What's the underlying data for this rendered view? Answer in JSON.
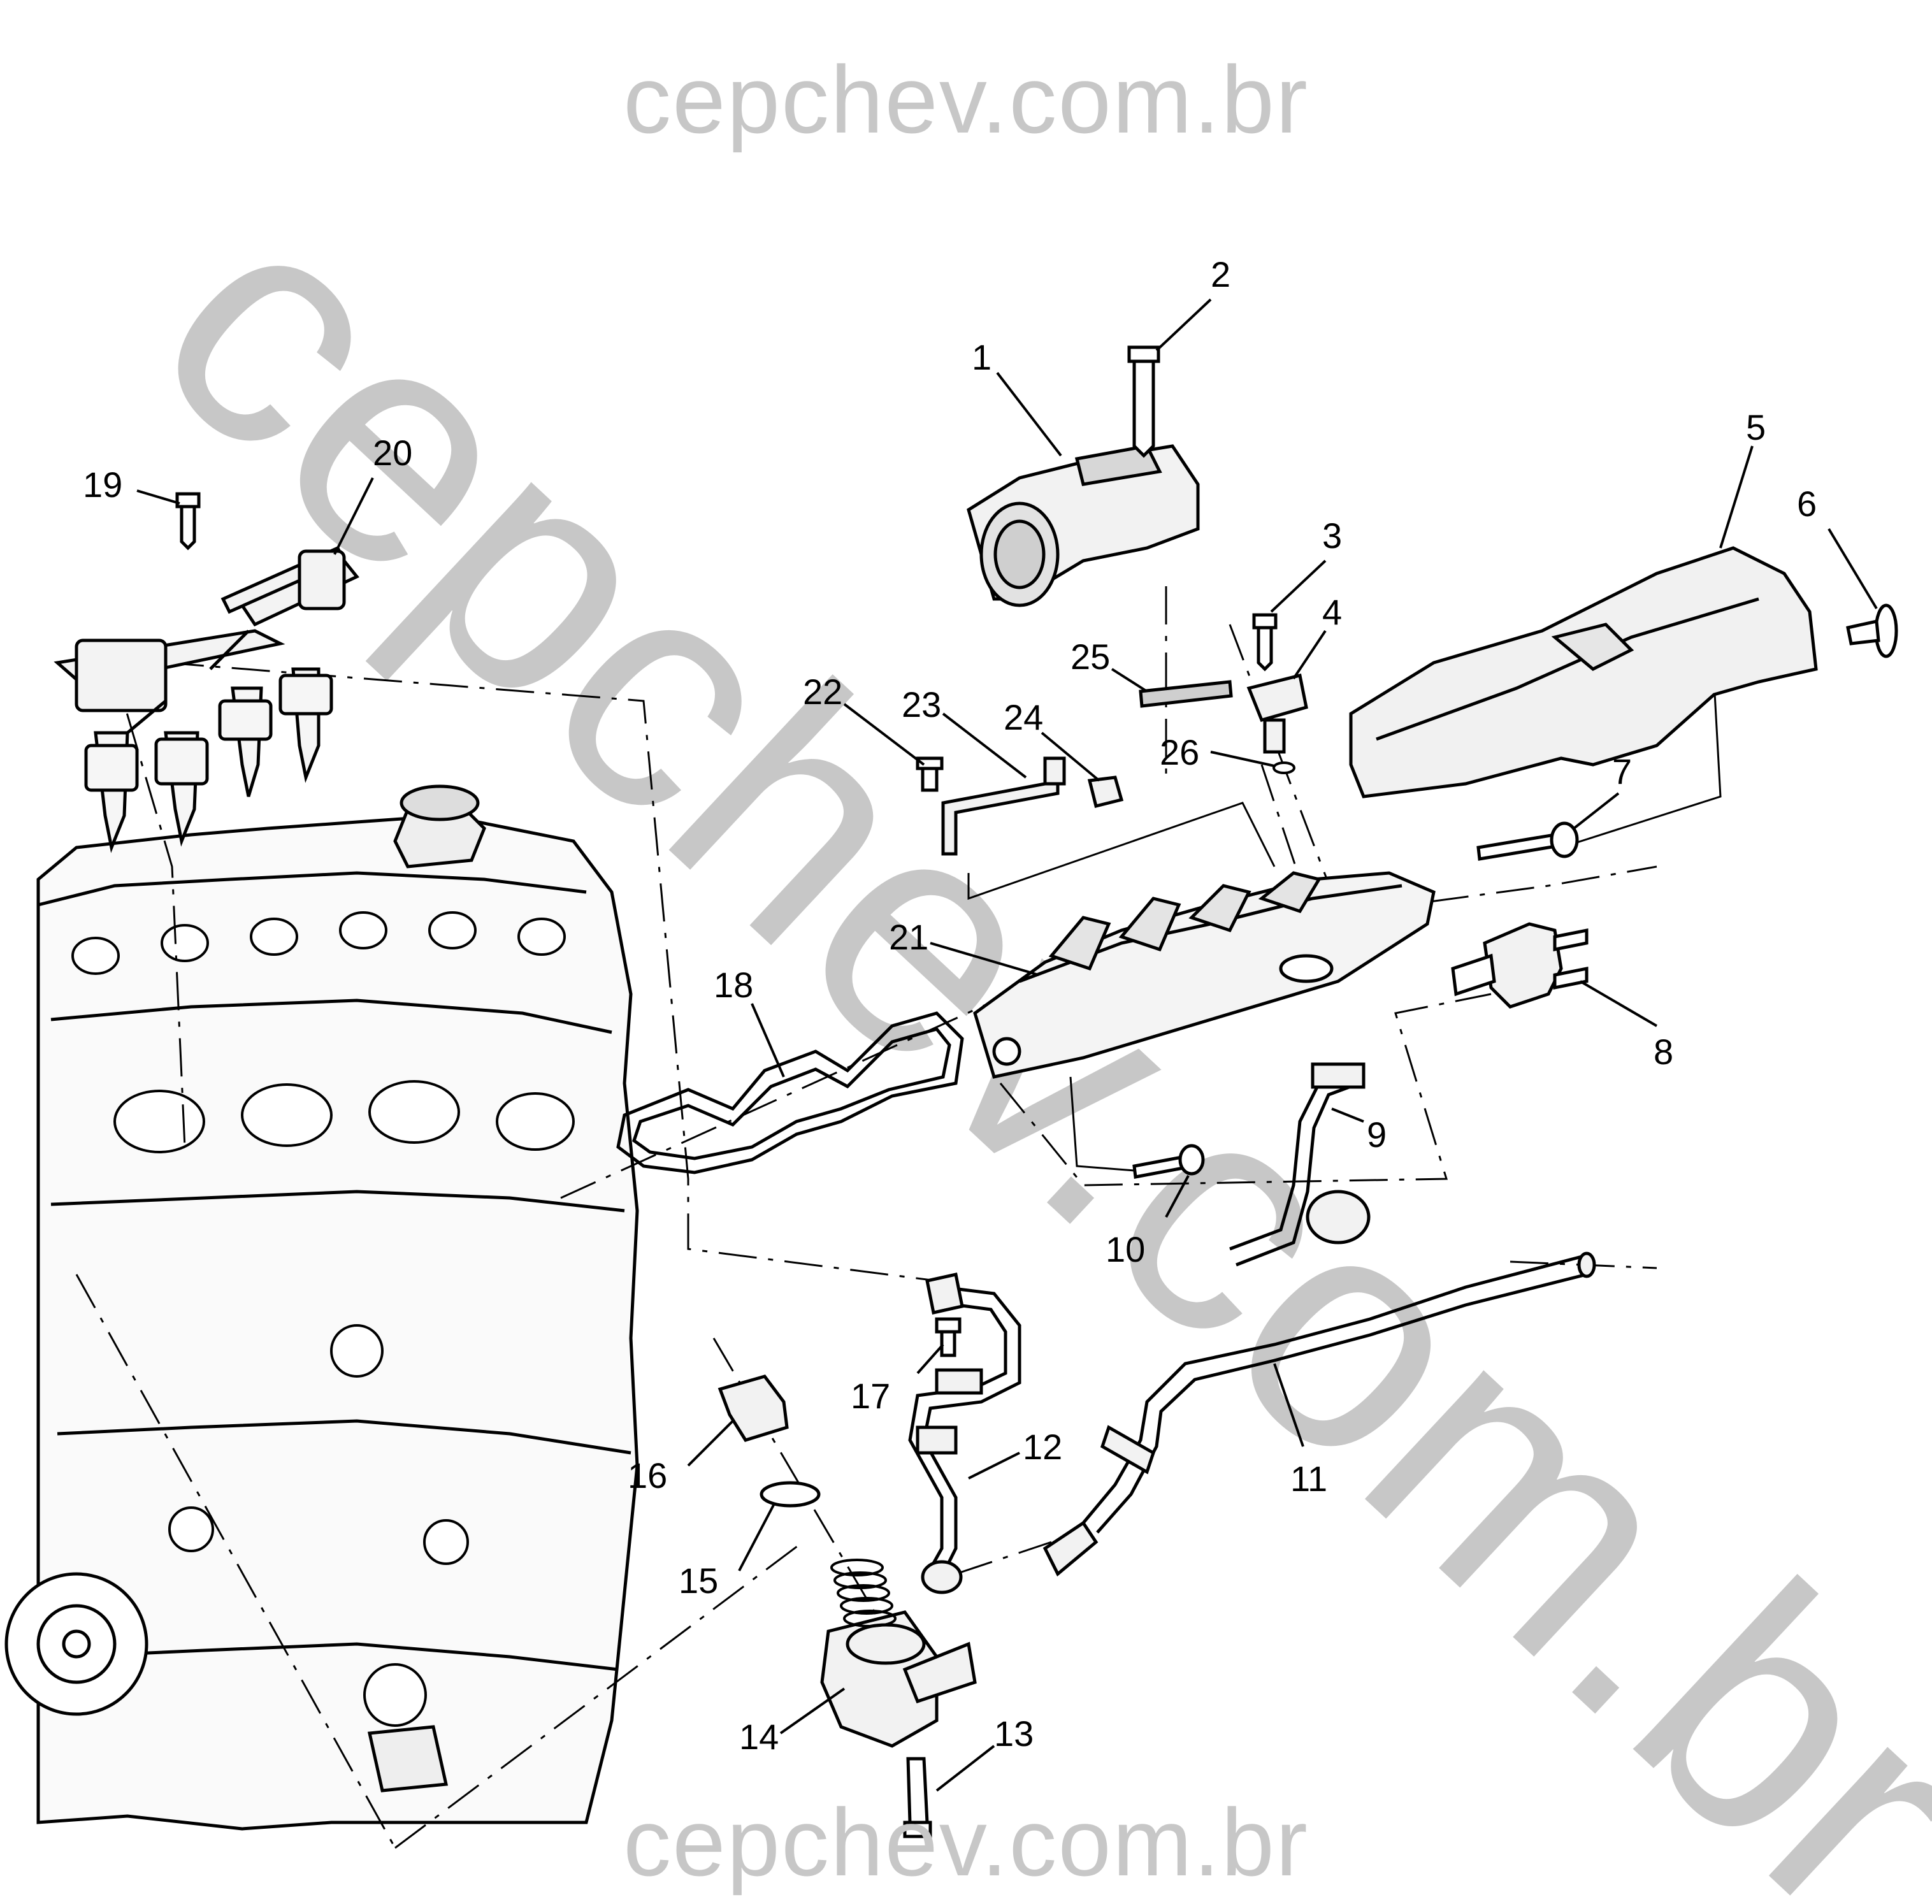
{
  "watermark": {
    "top": "cepchev.com.br",
    "diagonal": "cepchev.com.br",
    "bottom": "cepchev.com.br",
    "color": "#c7c7c7"
  },
  "callouts": [
    {
      "id": "1",
      "label": "1"
    },
    {
      "id": "2",
      "label": "2"
    },
    {
      "id": "3",
      "label": "3"
    },
    {
      "id": "4",
      "label": "4"
    },
    {
      "id": "5",
      "label": "5"
    },
    {
      "id": "6",
      "label": "6"
    },
    {
      "id": "7",
      "label": "7"
    },
    {
      "id": "8",
      "label": "8"
    },
    {
      "id": "9",
      "label": "9"
    },
    {
      "id": "10",
      "label": "10"
    },
    {
      "id": "11",
      "label": "11"
    },
    {
      "id": "12",
      "label": "12"
    },
    {
      "id": "13",
      "label": "13"
    },
    {
      "id": "14",
      "label": "14"
    },
    {
      "id": "15",
      "label": "15"
    },
    {
      "id": "16",
      "label": "16"
    },
    {
      "id": "17",
      "label": "17"
    },
    {
      "id": "18",
      "label": "18"
    },
    {
      "id": "19",
      "label": "19"
    },
    {
      "id": "20",
      "label": "20"
    },
    {
      "id": "21",
      "label": "21"
    },
    {
      "id": "22",
      "label": "22"
    },
    {
      "id": "23",
      "label": "23"
    },
    {
      "id": "24",
      "label": "24"
    },
    {
      "id": "25",
      "label": "25"
    },
    {
      "id": "26",
      "label": "26"
    }
  ],
  "colors": {
    "line": "#000000",
    "part_fill": "#f0f0f0",
    "part_shade": "#cfcfcf"
  }
}
